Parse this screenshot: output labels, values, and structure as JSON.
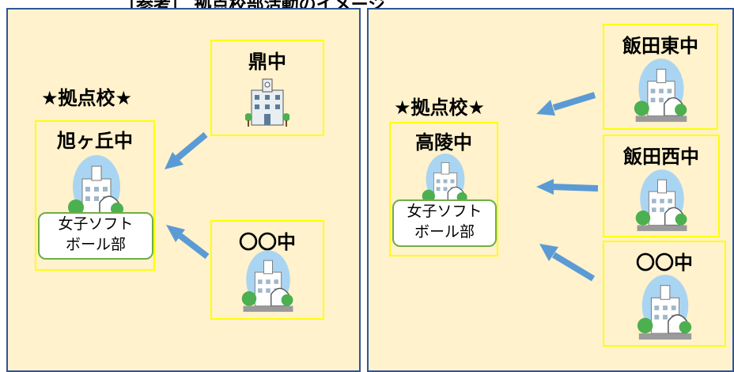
{
  "caption": "〔参考〕 拠点校部活動のイメージ",
  "left_panel": {
    "hub_label": "★拠点校★",
    "hub_school": "旭ヶ丘中",
    "hub_club_line1": "女子ソフト",
    "hub_club_line2": "ボール部",
    "feeder_1": "鼎中",
    "feeder_2": "〇〇中"
  },
  "right_panel": {
    "hub_label": "★拠点校★",
    "hub_school": "高陵中",
    "hub_club_line1": "女子ソフト",
    "hub_club_line2": "ボール部",
    "feeder_1": "飯田東中",
    "feeder_2": "飯田西中",
    "feeder_3": "〇〇中"
  },
  "colors": {
    "panel_bg": "#fff2cc",
    "panel_border": "#2f5597",
    "school_box_border": "#ffff00",
    "club_box_border": "#70ad47",
    "arrow": "#5b9bd5"
  },
  "icons": [
    "school-building-icon",
    "school-illustration-icon"
  ]
}
